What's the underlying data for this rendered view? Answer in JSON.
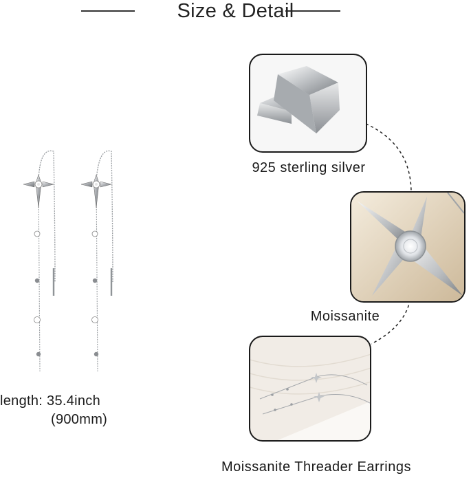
{
  "header": {
    "title": "Size & Detail"
  },
  "specs": {
    "length_label": "length:",
    "length_inch": "35.4inch",
    "length_mm": "(900mm)"
  },
  "details": [
    {
      "label": "925 sterling silver",
      "icon": "silver-bar-icon"
    },
    {
      "label": "Moissanite",
      "icon": "star-gem-icon"
    },
    {
      "label": "Moissanite Threader Earrings",
      "icon": "threader-earrings-icon"
    }
  ],
  "colors": {
    "text": "#1a1a1a",
    "border": "#1a1a1a",
    "silver": "#c9cbcd",
    "gold_bg": "#e9dcc6"
  }
}
